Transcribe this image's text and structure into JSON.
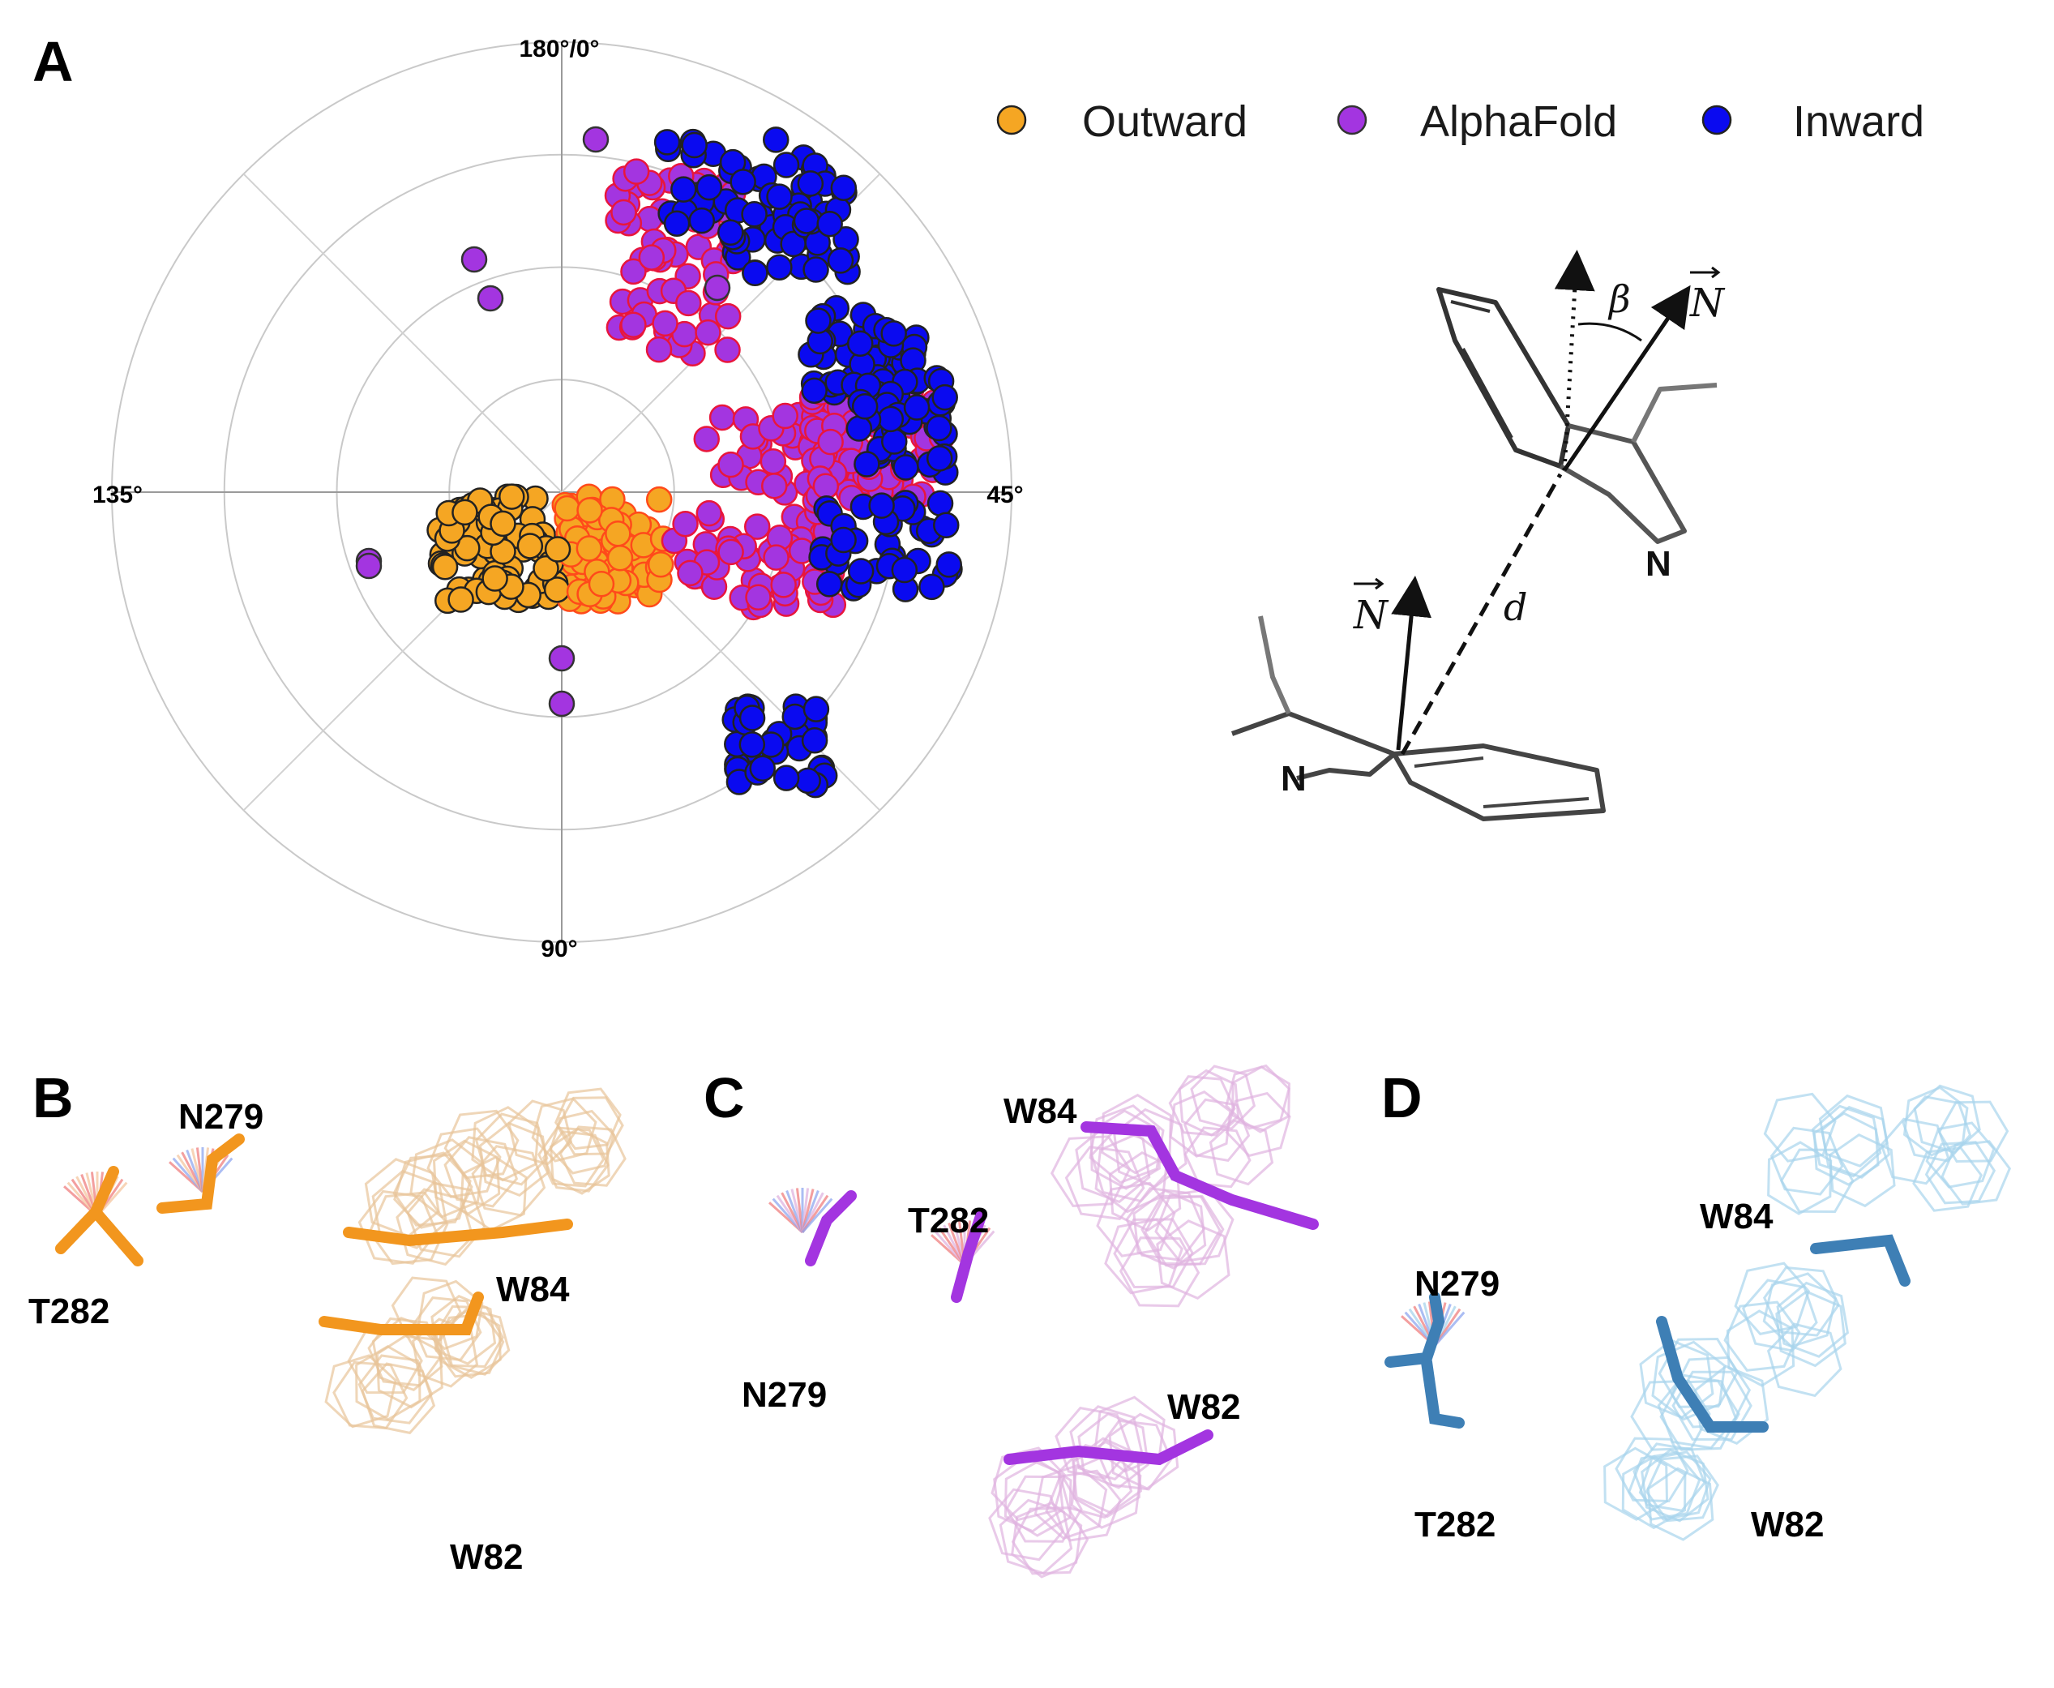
{
  "panels": {
    "A": "A",
    "B": "B",
    "C": "C",
    "D": "D"
  },
  "polar": {
    "angle_labels": {
      "top": "180°/0°",
      "left": "135°",
      "right": "45°",
      "bottom": "90°"
    },
    "rings": 4
  },
  "legend": [
    {
      "label": "Outward",
      "color": "#F5A623",
      "edge": "#222222"
    },
    {
      "label": "AlphaFold",
      "color": "#A335E0",
      "edge": "#333333"
    },
    {
      "label": "Inward",
      "color": "#0A0AF0",
      "edge": "#222222"
    }
  ],
  "schematic": {
    "vec_top": "N",
    "vec_bottom": "N",
    "angle": "β",
    "distance": "d",
    "atom_top": "N",
    "atom_bottom": "N"
  },
  "residues": {
    "B": [
      "N279",
      "T282",
      "W84",
      "W82"
    ],
    "C": [
      "W84",
      "T282",
      "N279",
      "W82"
    ],
    "D": [
      "W84",
      "N279",
      "T282",
      "W82"
    ]
  },
  "colors": {
    "outward": "#F5A623",
    "alphafold": "#A335E0",
    "inward": "#0A0AF0",
    "outward_edge_alt": "#FF4A1A",
    "alphafold_edge_alt": "#E8163C"
  }
}
